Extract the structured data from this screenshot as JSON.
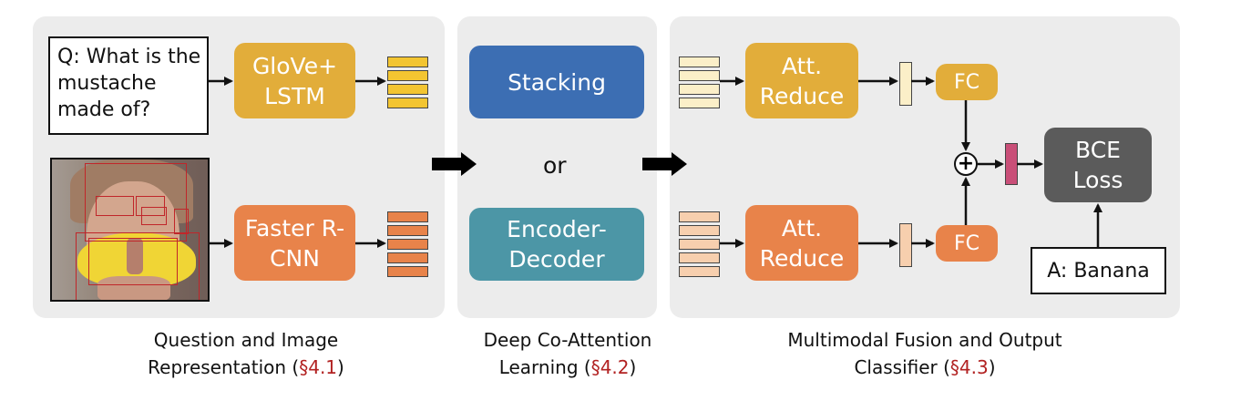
{
  "question": "Q: What is the mustache made of?",
  "encoders": {
    "text": "GloVe+ LSTM",
    "image": "Faster R-CNN"
  },
  "coattention": {
    "option_a": "Stacking",
    "or": "or",
    "option_b": "Encoder-Decoder"
  },
  "fusion": {
    "att_reduce_top": "Att. Reduce",
    "att_reduce_bottom": "Att. Reduce",
    "fc_top": "FC",
    "fc_bottom": "FC",
    "plus": "+",
    "loss": "BCE Loss",
    "answer": "A: Banana"
  },
  "captions": [
    {
      "text": "Question and Image Representation (",
      "ref": "§4.1",
      "close": ")"
    },
    {
      "text": "Deep Co-Attention Learning (",
      "ref": "§4.2",
      "close": ")"
    },
    {
      "text": "Multimodal Fusion and Output Classifier (",
      "ref": "§4.3",
      "close": ")"
    }
  ],
  "colors": {
    "text_feature": "#f3c531",
    "image_feature": "#e8834a",
    "text_reduced": "#fbefc8",
    "image_reduced": "#f7cfae",
    "fused": "#c94f78"
  }
}
